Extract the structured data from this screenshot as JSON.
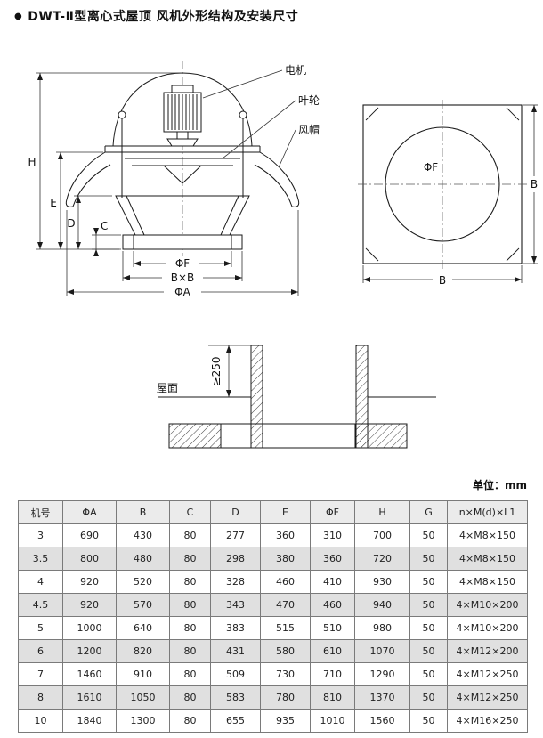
{
  "title_bullet": "●",
  "title": "DWT-Ⅱ型离心式屋顶 风机外形结构及安装尺寸",
  "unit_note": "单位：mm",
  "side_view": {
    "callouts": {
      "motor": "电机",
      "impeller": "叶轮",
      "wind_cap": "风帽"
    },
    "dims": {
      "h": "H",
      "e": "E",
      "d": "D",
      "c": "C",
      "phi_f": "ΦF",
      "bxb": "B×B",
      "phi_a": "ΦA"
    }
  },
  "top_view": {
    "phi_f": "ΦF",
    "b_side": "B",
    "b_bottom": "B"
  },
  "section_view": {
    "roof": "屋面",
    "min_height": "≥250"
  },
  "table": {
    "headers": [
      "机号",
      "ΦA",
      "B",
      "C",
      "D",
      "E",
      "ΦF",
      "H",
      "G",
      "n×M(d)×L1"
    ],
    "rows": [
      [
        "3",
        "690",
        "430",
        "80",
        "277",
        "360",
        "310",
        "700",
        "50",
        "4×M8×150"
      ],
      [
        "3.5",
        "800",
        "480",
        "80",
        "298",
        "380",
        "360",
        "720",
        "50",
        "4×M8×150"
      ],
      [
        "4",
        "920",
        "520",
        "80",
        "328",
        "460",
        "410",
        "930",
        "50",
        "4×M8×150"
      ],
      [
        "4.5",
        "920",
        "570",
        "80",
        "343",
        "470",
        "460",
        "940",
        "50",
        "4×M10×200"
      ],
      [
        "5",
        "1000",
        "640",
        "80",
        "383",
        "515",
        "510",
        "980",
        "50",
        "4×M10×200"
      ],
      [
        "6",
        "1200",
        "820",
        "80",
        "431",
        "580",
        "610",
        "1070",
        "50",
        "4×M12×200"
      ],
      [
        "7",
        "1460",
        "910",
        "80",
        "509",
        "730",
        "710",
        "1290",
        "50",
        "4×M12×250"
      ],
      [
        "8",
        "1610",
        "1050",
        "80",
        "583",
        "780",
        "810",
        "1370",
        "50",
        "4×M12×250"
      ],
      [
        "10",
        "1840",
        "1300",
        "80",
        "655",
        "935",
        "1010",
        "1560",
        "50",
        "4×M16×250"
      ]
    ]
  }
}
